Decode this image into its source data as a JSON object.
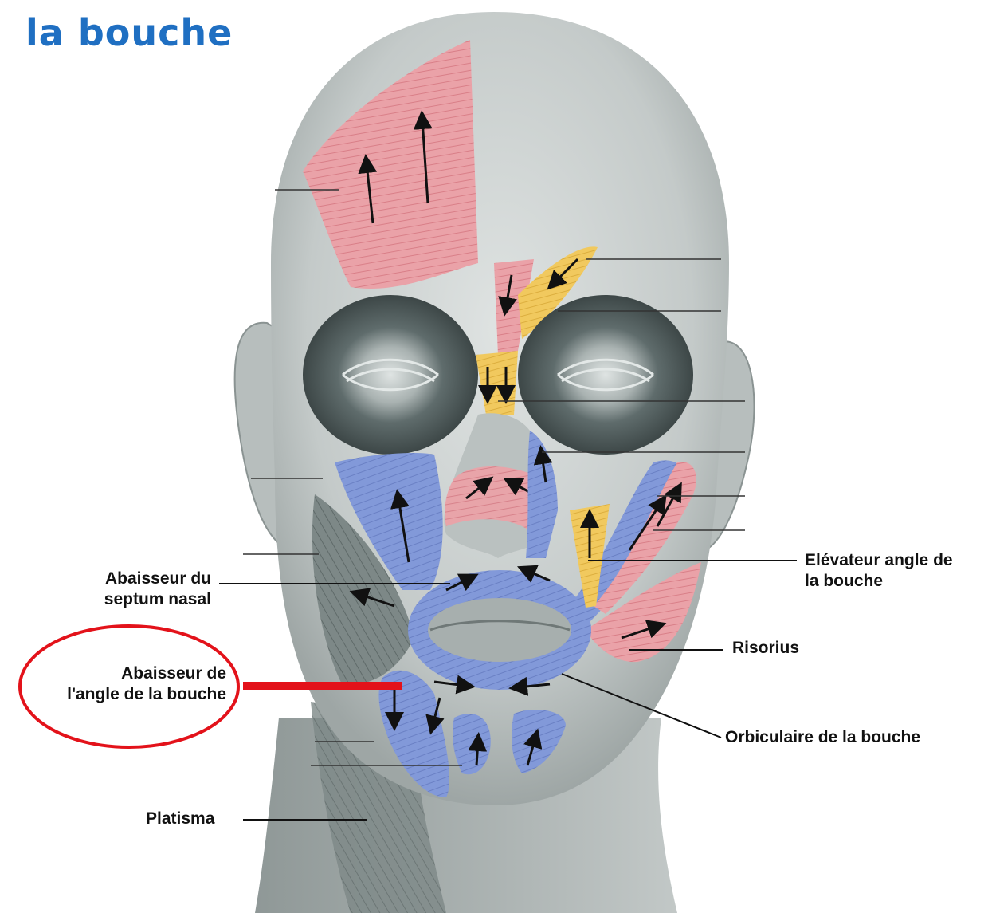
{
  "header": {
    "title": "la bouche"
  },
  "labels": {
    "abaisseur_septum": "Abaisseur du\nseptum nasal",
    "abaisseur_angle": "Abaisseur de\nl'angle de la bouche",
    "platisma": "Platisma",
    "elevateur_angle": "Elévateur angle de\nla bouche",
    "risorius": "Risorius",
    "orbiculaire": "Orbiculaire de la bouche"
  },
  "colors": {
    "title": "#1f6fc2",
    "highlight": "#e3121a",
    "muscle_red": "#e9a0a6",
    "muscle_blue": "#7e95d6",
    "muscle_yellow": "#f0c85a",
    "muscle_dark": "#5d6a6a",
    "skin": "#c9cecd"
  },
  "icons": [
    "arrow-icon",
    "highlight-ellipse"
  ]
}
